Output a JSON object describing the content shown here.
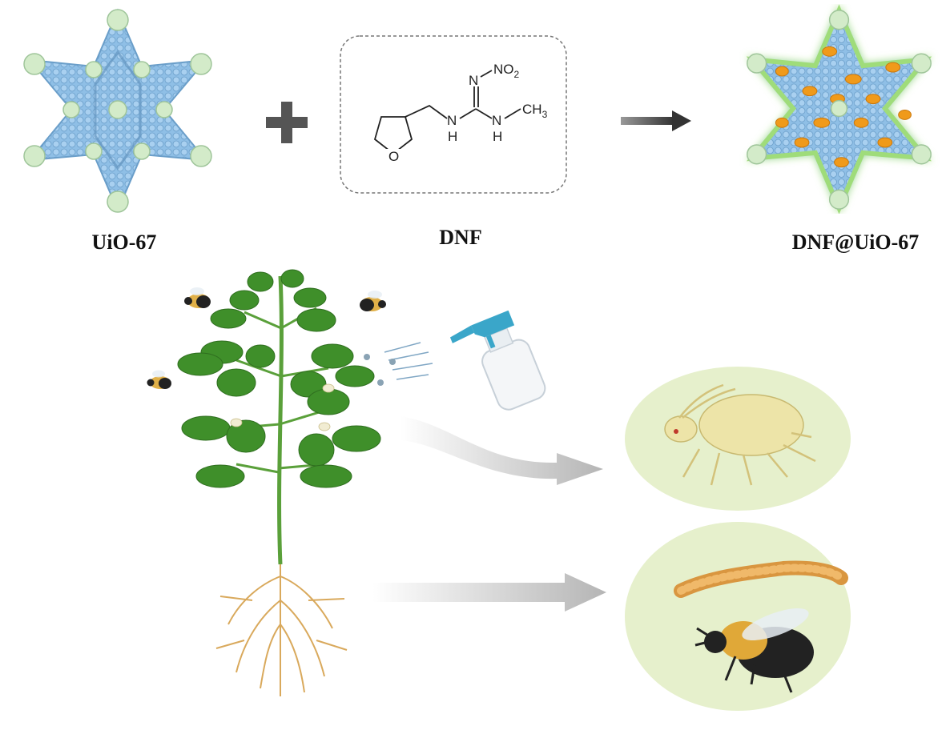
{
  "labels": {
    "uio67": "UiO-67",
    "dnf": "DNF",
    "dnf_uio67": "DNF@UiO-67"
  },
  "structure": {
    "nitro": "N",
    "nitro_o": "NO",
    "nitro_o_sub": "2",
    "n_left": "N",
    "h_left": "H",
    "n_right": "N",
    "h_right": "H",
    "ch3": "CH",
    "ch3_sub": "3",
    "ring_o": "O"
  },
  "colors": {
    "framework_blue": "#8fbfe6",
    "node_green": "#cfe8c4",
    "drug_orange": "#f09a1a",
    "leaf_green": "#3f8f2a",
    "insect_bg": "#e6f0cc",
    "arrow_gray": "#b5b5b5"
  }
}
